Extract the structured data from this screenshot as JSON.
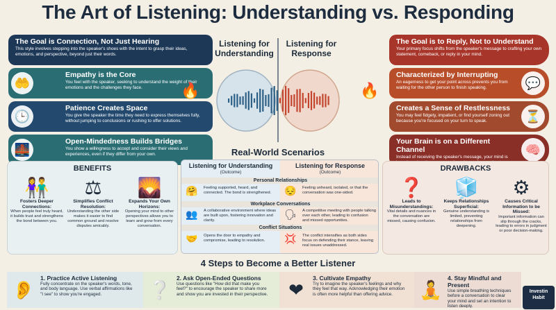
{
  "title": "The Art of Listening: Understanding vs. Responding",
  "center": {
    "left_label": "Listening for\nUnderstanding",
    "right_label": "Listening for\nResponse"
  },
  "left_cards": [
    {
      "title": "The Goal is Connection, Not Just Hearing",
      "text": "This style involves stepping into the speaker's shoes with the intent to grasp their ideas, emotions, and perspective, beyond just their words."
    },
    {
      "title": "Empathy is the Core",
      "text": "You feel with the speaker, seeking to understand the weight of their emotions and the challenges they face."
    },
    {
      "title": "Patience Creates Space",
      "text": "You give the speaker the time they need to express themselves fully, without jumping to conclusions or rushing to offer solutions."
    },
    {
      "title": "Open-Mindedness Builds Bridges",
      "text": "You show a willingness to accept and consider their views and experiences, even if they differ from your own."
    }
  ],
  "right_cards": [
    {
      "title": "The Goal is to Reply, Not to Understand",
      "text": "Your primary focus shifts from the speaker's message to crafting your own statement, comeback, or reply in your mind."
    },
    {
      "title": "Characterized by Interrupting",
      "text": "An eagerness to get your point across prevents you from waiting for the other person to finish speaking."
    },
    {
      "title": "Creates a Sense of Restlessness",
      "text": "You may feel fidgety, impatient, or find yourself zoning out because you're focused on your turn to speak."
    },
    {
      "title": "Your Brain is on a Different Channel",
      "text": "Instead of receiving the speaker's message, your mind is busy broadcasting your own thoughts and preparing to transmit them."
    }
  ],
  "scenarios": {
    "title": "Real-World Scenarios",
    "left_head": "Listening for Understanding",
    "left_sub": "(Outcome)",
    "right_head": "Listening for Response",
    "right_sub": "(Outcome)",
    "sections": [
      {
        "name": "Personal Relationships",
        "left": "Feeling supported, heard, and connected. The bond is strengthened.",
        "right": "Feeling unheard, isolated, or that the conversation was one-sided."
      },
      {
        "name": "Workplace Conversations",
        "left": "A collaborative environment where ideas are built upon, fostering innovation and clarity.",
        "right": "A competitive meeting with people talking over each other, leading to confusion and missed opportunities."
      },
      {
        "name": "Conflict Situations",
        "left": "Opens the door to empathy and compromise, leading to resolution.",
        "right": "The conflict intensifies as both sides focus on defending their stance, leaving real issues unaddressed."
      }
    ]
  },
  "benefits": {
    "title": "BENEFITS",
    "items": [
      {
        "title": "Fosters Deeper Connections:",
        "text": "When people feel truly heard, it builds trust and strengthens the bond between you."
      },
      {
        "title": "Simplifies Conflict Resolution:",
        "text": "Understanding the other side makes it easier to find common ground and resolve disputes amicably."
      },
      {
        "title": "Expands Your Own Horizons:",
        "text": "Opening your mind to other perspectives allows you to learn and grow from every conversation."
      }
    ]
  },
  "drawbacks": {
    "title": "DRAWBACKS",
    "items": [
      {
        "title": "Leads to Misunderstandings:",
        "text": "Vital details and nuances in the conversation are missed, causing confusion."
      },
      {
        "title": "Keeps Relationships Superficial:",
        "text": "Genuine understanding is limited, preventing relationships from deepening."
      },
      {
        "title": "Causes Critical Information to be Missed:",
        "text": "Important information can slip through the cracks, leading to errors in judgment or poor decision-making."
      }
    ]
  },
  "steps": {
    "title": "4 Steps to Become a Better Listener",
    "items": [
      {
        "title": "1. Practice Active Listening",
        "text": "Fully concentrate on the speaker's words, tone, and body language. Use verbal affirmations like \"I see\" to show you're engaged."
      },
      {
        "title": "2. Ask Open-Ended Questions",
        "text": "Use questions like \"How did that make you feel?\" to encourage the speaker to share more and show you are invested in their perspective."
      },
      {
        "title": "3. Cultivate Empathy",
        "text": "Try to imagine the speaker's feelings and why they feel that way. Acknowledging their emotion is often more helpful than offering advice."
      },
      {
        "title": "4. Stay Mindful and Present",
        "text": "Use simple breathing techniques before a conversation to clear your mind and set an intention to listen deeply."
      }
    ]
  },
  "logo": {
    "line1": "Investin",
    "line2": "Habit"
  }
}
